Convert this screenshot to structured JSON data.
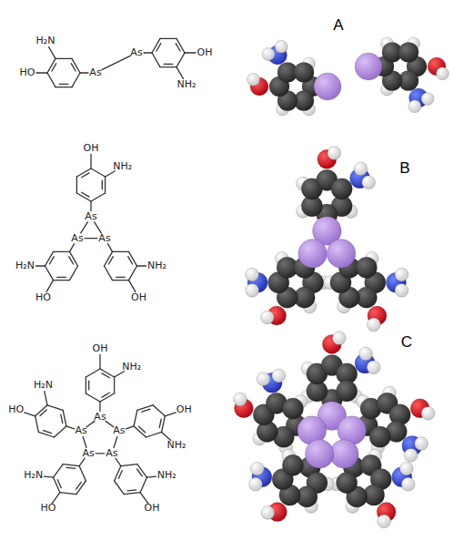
{
  "diagram": {
    "labels": [
      "OH",
      "H₂N",
      "As",
      "As",
      "HO",
      "NH₂",
      "OH",
      "NH₂",
      "As",
      "H₂N",
      "As",
      "As",
      "NH₂",
      "HO",
      "OH",
      "OH",
      "NH₂",
      "H₂N",
      "As",
      "OH",
      "HO",
      "As",
      "As",
      "NH₂",
      "As",
      "As",
      "H₂N",
      "NH₂",
      "HO",
      "OH",
      "A",
      "B",
      "C"
    ]
  }
}
